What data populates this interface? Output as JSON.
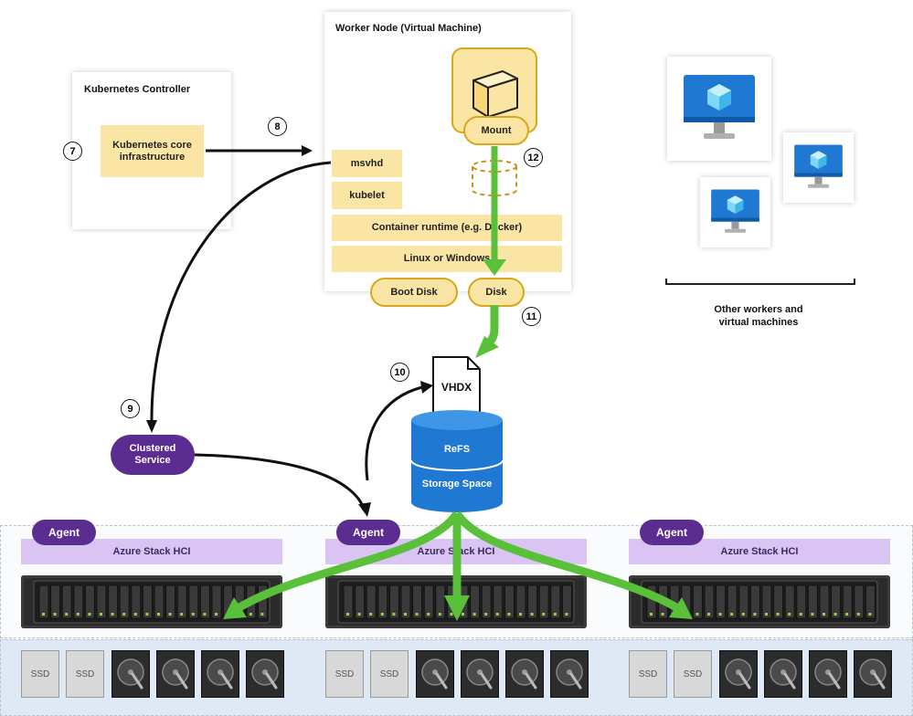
{
  "controller": {
    "title": "Kubernetes Controller",
    "core_label": "Kubernetes core infrastructure"
  },
  "worker": {
    "title": "Worker Node (Virtual Machine)",
    "mount_label": "Mount",
    "msvhd_label": "msvhd",
    "kubelet_label": "kubelet",
    "runtime_label": "Container runtime (e.g. Docker)",
    "os_label": "Linux or Windows",
    "boot_disk_label": "Boot Disk",
    "disk_label": "Disk"
  },
  "others": {
    "label": "Other workers and virtual machines"
  },
  "steps": {
    "s7": "7",
    "s8": "8",
    "s9": "9",
    "s10": "10",
    "s11": "11",
    "s12": "12"
  },
  "clustered_service": "Clustered Service",
  "vhdx_label": "VHDX",
  "storage": {
    "refs_label": "ReFS",
    "space_label": "Storage Space"
  },
  "nodes": [
    {
      "agent": "Agent",
      "hci": "Azure Stack HCI"
    },
    {
      "agent": "Agent",
      "hci": "Azure Stack HCI"
    },
    {
      "agent": "Agent",
      "hci": "Azure Stack HCI"
    }
  ],
  "ssd_label": "SSD",
  "colors": {
    "accent_yellow": "#fbe5a4",
    "agent_purple": "#5c2d91",
    "hci_lilac": "#d9c4f4",
    "flow_green": "#5ac03a",
    "storage_blue": "#1f78d1"
  }
}
